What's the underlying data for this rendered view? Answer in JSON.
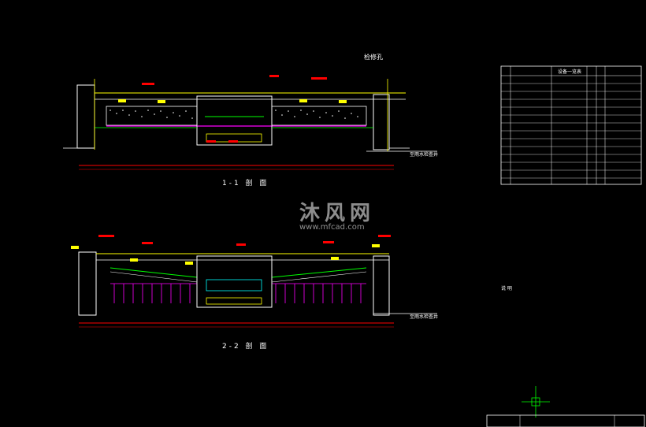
{
  "section_titles": {
    "section_1": "1-1 剖 面",
    "section_2": "2-2 剖 面"
  },
  "equipment_table_title": "设备一览表",
  "notes_heading": "说  明",
  "watermark": {
    "brand": "沐风网",
    "url": "www.mfcad.com"
  },
  "labels": {
    "top_callout": "检修孔",
    "outfall_1": "至雨水检查井",
    "outfall_2": "至雨水检查井"
  },
  "colors": {
    "background": "#000000",
    "yellow": "#ffff00",
    "green": "#00ff00",
    "magenta": "#ff00ff",
    "red": "#ff0000",
    "cyan": "#00ffff",
    "white": "#ffffff"
  }
}
